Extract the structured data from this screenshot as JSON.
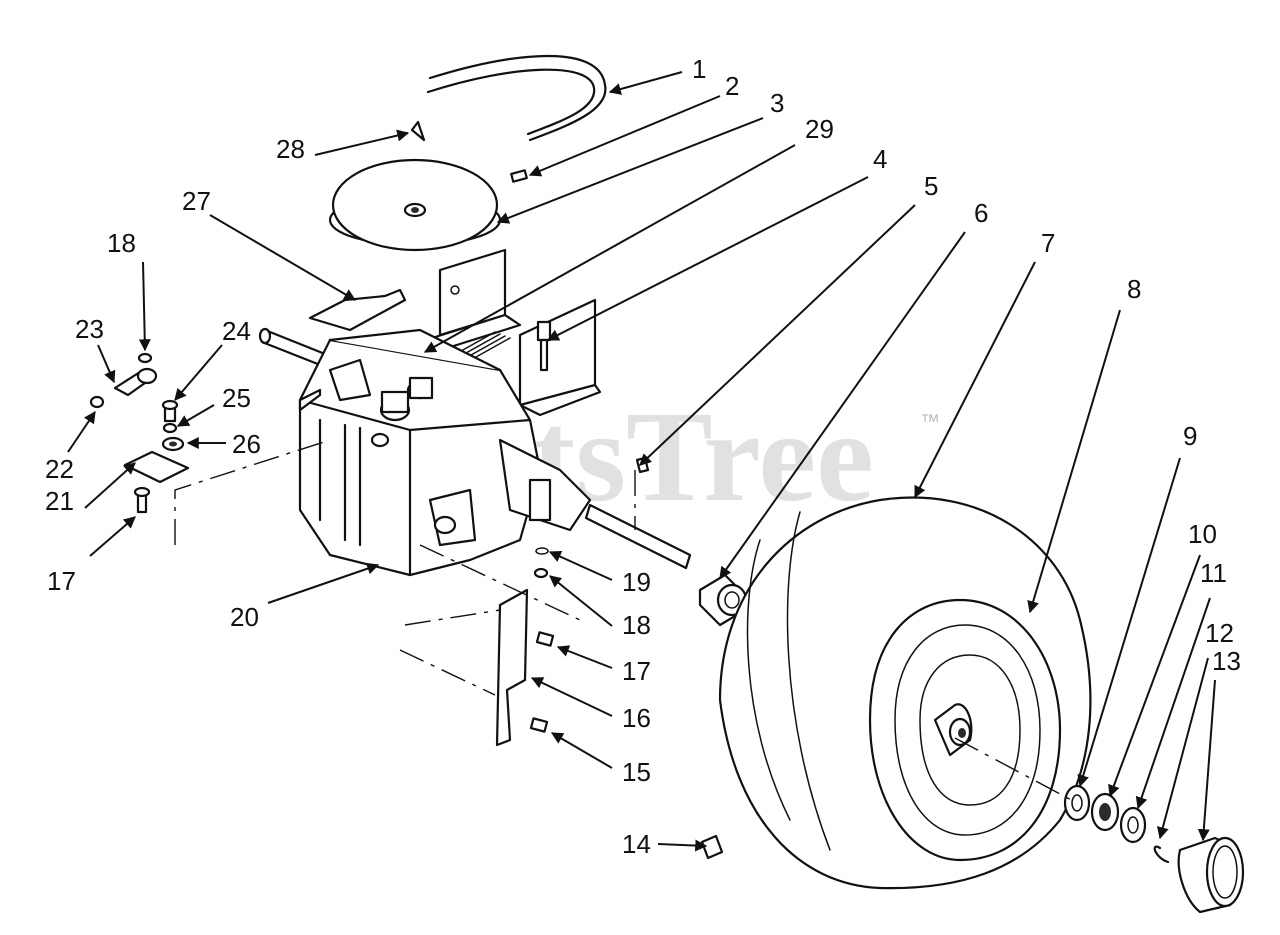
{
  "watermark": {
    "text": "PartsTree",
    "mark": "™"
  },
  "callouts": [
    "1",
    "2",
    "3",
    "4",
    "5",
    "6",
    "7",
    "8",
    "9",
    "10",
    "11",
    "12",
    "13",
    "14",
    "15",
    "16",
    "17",
    "17",
    "18",
    "18",
    "19",
    "20",
    "21",
    "22",
    "23",
    "24",
    "25",
    "26",
    "27",
    "28",
    "29"
  ]
}
